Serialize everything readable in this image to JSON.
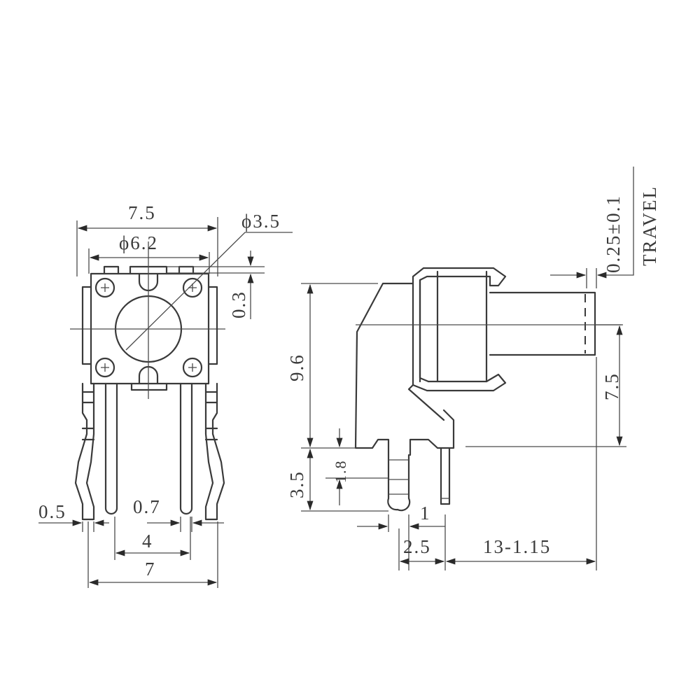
{
  "title": "Right-angle tactile switch dimensional drawing",
  "colors": {
    "line": "#3a3a3a",
    "background": "#ffffff"
  },
  "front_view": {
    "dims": {
      "body_width": "7.5",
      "actuator_diameter_outer": "ϕ6.2",
      "actuator_diameter_inner": "ϕ3.5",
      "top_offset": "0.3",
      "side_lead_width": "0.5",
      "inner_lead_width": "0.7",
      "inner_lead_pitch": "4",
      "outer_lead_pitch": "7"
    }
  },
  "side_view": {
    "dims": {
      "body_height": "9.6",
      "stem_height": "3.5",
      "stem_offset": "1.8",
      "actuator_center_height": "7.5",
      "travel_value": "0.25±0.1",
      "travel_label": "TRAVEL",
      "pin_offset": "1",
      "pin_spacing": "2.5",
      "actuator_length": "13-1.15"
    }
  }
}
